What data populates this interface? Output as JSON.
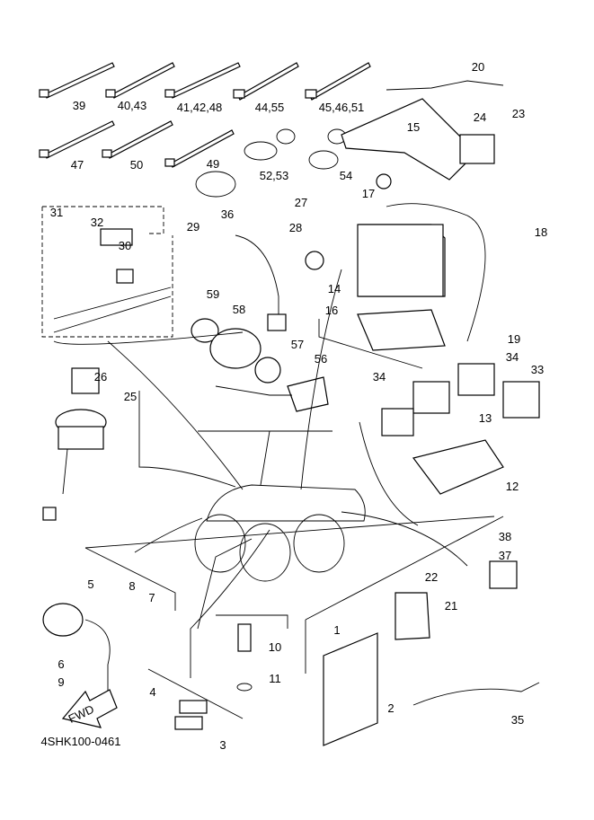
{
  "callouts": [
    "39",
    "40,43",
    "41,42,48",
    "44,55",
    "45,46,51",
    "20",
    "15",
    "24",
    "23",
    "47",
    "50",
    "49",
    "52,53",
    "54",
    "17",
    "36",
    "27",
    "28",
    "18",
    "31",
    "32",
    "29",
    "30",
    "14",
    "16",
    "19",
    "59",
    "58",
    "57",
    "56",
    "34",
    "34",
    "33",
    "26",
    "25",
    "13",
    "12",
    "38",
    "37",
    "5",
    "8",
    "7",
    "22",
    "21",
    "6",
    "9",
    "10",
    "1",
    "11",
    "4",
    "3",
    "2",
    "35"
  ],
  "direction_marker": "FWD",
  "diagram_code": "4SHK100-0461"
}
